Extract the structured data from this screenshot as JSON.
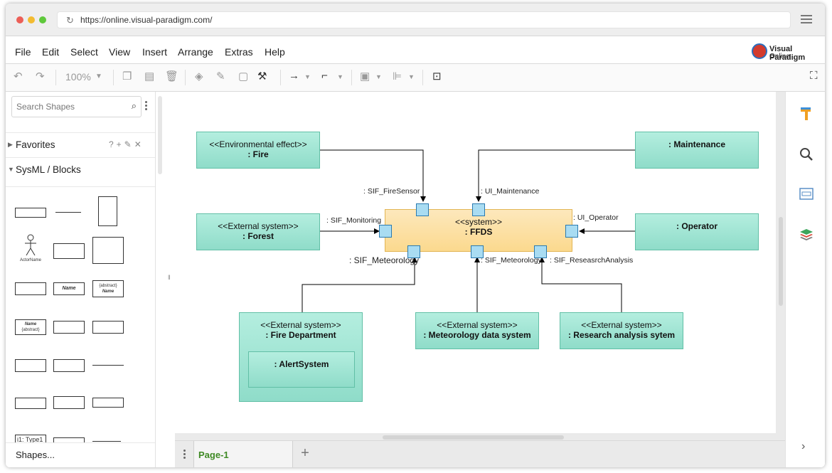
{
  "browser": {
    "url": "https://online.visual-paradigm.com/",
    "dot_colors": [
      "#ec5f57",
      "#f3bb31",
      "#5fc83b"
    ]
  },
  "menu": [
    "File",
    "Edit",
    "Select",
    "View",
    "Insert",
    "Arrange",
    "Extras",
    "Help"
  ],
  "brand": {
    "line1": "Visual Paradigm",
    "line2": "Online"
  },
  "toolbar": {
    "zoom": "100%"
  },
  "sidebar": {
    "search_placeholder": "Search Shapes",
    "favorites_label": "Favorites",
    "favorites_tools": "?+✎✕",
    "sysml_label": "SysML / Blocks",
    "shape_labels": {
      "actor": "ActorName",
      "name": "Name",
      "abstract": "{abstract}",
      "type1": "i1: Type1"
    },
    "footer_label": "Shapes..."
  },
  "page_tabs": [
    "Page-1"
  ],
  "diagram": {
    "env": {
      "stereotype": "<<Environmental effect>>",
      "name": ": Fire"
    },
    "maintenance": {
      "name": ": Maintenance"
    },
    "forest": {
      "stereotype": "<<External system>>",
      "name": ": Forest"
    },
    "system": {
      "stereotype": "<<system>>",
      "name": ": FFDS"
    },
    "operator": {
      "name": ": Operator"
    },
    "fire_dept": {
      "stereotype": "<<External system>>",
      "name": ": Fire Department"
    },
    "alert": {
      "name": ": AlertSystem"
    },
    "meteo_sys": {
      "stereotype": "<<External system>>",
      "name": ": Meteorology data system"
    },
    "research_sys": {
      "stereotype": "<<External system>>",
      "name": ": Research analysis sytem"
    },
    "ports": {
      "fire_sensor": ": SIF_FireSensor",
      "ui_maintenance": ": UI_Maintenance",
      "monitoring": ": SIF_Monitoring",
      "ui_operator": ": UI_Operator",
      "meteorology_left": ": SIF_Meteorology",
      "meteorology_mid": ": SIF_Meteorology",
      "research": ": SIF_ReseasrchAnalysis"
    }
  }
}
